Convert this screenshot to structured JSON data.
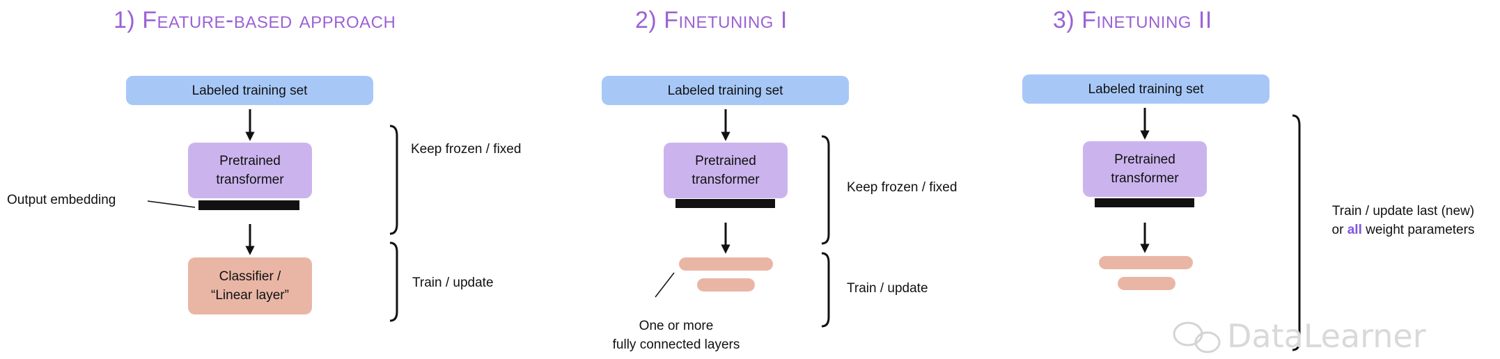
{
  "panels": [
    {
      "number": "1)",
      "title": "Feature-based approach",
      "input_label": "Labeled training set",
      "model_label_line1": "Pretrained",
      "model_label_line2": "transformer",
      "embedding_label": "Output embedding",
      "head_label_line1": "Classifier /",
      "head_label_line2": "“Linear layer”",
      "frozen_label": "Keep frozen / fixed",
      "train_label": "Train / update"
    },
    {
      "number": "2)",
      "title": "Finetuning I",
      "input_label": "Labeled training set",
      "model_label_line1": "Pretrained",
      "model_label_line2": "transformer",
      "frozen_label": "Keep frozen / fixed",
      "train_label": "Train / update",
      "layers_label_line1": "One or more",
      "layers_label_line2": "fully connected layers"
    },
    {
      "number": "3)",
      "title": "Finetuning II",
      "input_label": "Labeled training set",
      "model_label_line1": "Pretrained",
      "model_label_line2": "transformer",
      "train_label_line1": "Train / update last (new)",
      "train_label_pre": "or ",
      "train_label_accent": "all",
      "train_label_post": " weight parameters"
    }
  ],
  "watermark": "DataLearner",
  "colors": {
    "title": "#9b62d6",
    "input_box": "#a7c8f7",
    "model_box": "#cbb4ee",
    "head_box": "#e9b6a6",
    "accent": "#7f55e0"
  },
  "icons": [
    "wechat-icon"
  ]
}
